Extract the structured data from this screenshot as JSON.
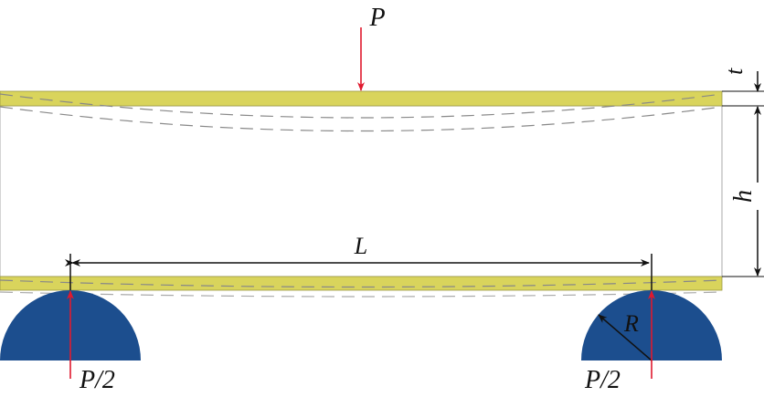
{
  "labels": {
    "load": "P",
    "left_reaction": "P/2",
    "right_reaction": "P/2",
    "span": "L",
    "skin_thickness": "t",
    "core_height": "h",
    "support_radius": "R"
  },
  "colors": {
    "skin": "#d9d45c",
    "support": "#1c4e8e",
    "force": "#e0192e",
    "dimension": "#111111"
  }
}
